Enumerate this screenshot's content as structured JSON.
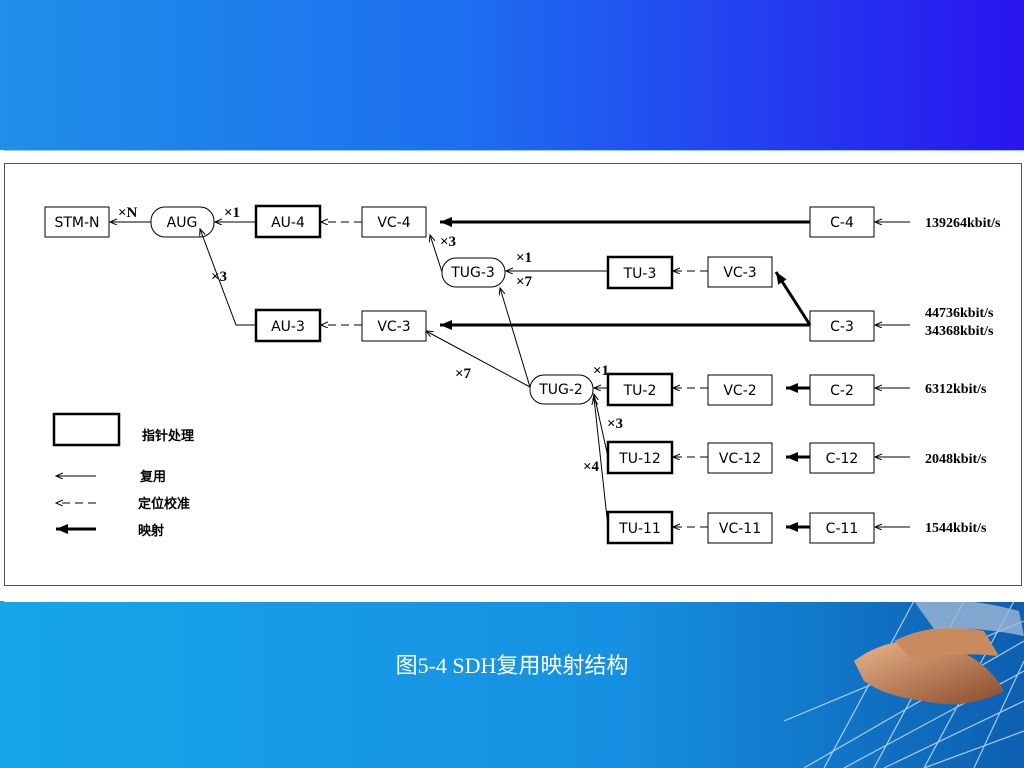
{
  "diagram": {
    "boxes": {
      "stm_n": "STM-N",
      "aug": "AUG",
      "au4": "AU-4",
      "au3": "AU-3",
      "vc4": "VC-4",
      "vc3_left": "VC-3",
      "tug3": "TUG-3",
      "tu3": "TU-3",
      "vc3_right": "VC-3",
      "tug2": "TUG-2",
      "tu2": "TU-2",
      "vc2": "VC-2",
      "tu12": "TU-12",
      "vc12": "VC-12",
      "tu11": "TU-11",
      "vc11": "VC-11",
      "c4": "C-4",
      "c3": "C-3",
      "c2": "C-2",
      "c12": "C-12",
      "c11": "C-11"
    },
    "multipliers": {
      "xN": "×N",
      "x1_aug": "×1",
      "x3_aug": "×3",
      "x3_vc4": "×3",
      "x1_tug3": "×1",
      "x7_tug3": "×7",
      "x7_au3": "×7",
      "x1_tug2": "×1",
      "x3_tug2": "×3",
      "x4_tug2": "×4"
    },
    "rates": {
      "r139264": "139264kbit/s",
      "r44736": "44736kbit/s",
      "r34368": "34368kbit/s",
      "r6312": "6312kbit/s",
      "r2048": "2048kbit/s",
      "r1544": "1544kbit/s"
    },
    "legend": {
      "pointer": "指针处理",
      "multiplex": "复用",
      "align": "定位校准",
      "mapping": "映射"
    }
  },
  "caption": "图5-4  SDH复用映射结构",
  "colors": {
    "top_bg": "#1d6ff0",
    "bottom_bg": "#1690e2",
    "line": "#000000"
  }
}
